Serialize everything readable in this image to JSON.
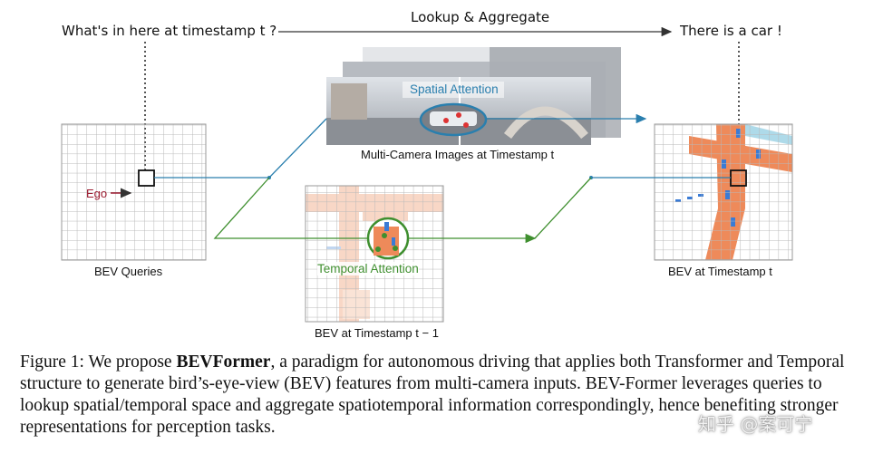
{
  "figure": {
    "question": "What's in here at timestamp t ?",
    "lookup_label": "Lookup & Aggregate",
    "answer": "There is a car !",
    "spatial_attention": "Spatial Attention",
    "camera_caption": "Multi-Camera Images at Timestamp t",
    "ego_label": "Ego",
    "bev_queries_label": "BEV Queries",
    "temporal_attention": "Temporal Attention",
    "bev_prev_label": "BEV at Timestamp t − 1",
    "bev_t_label": "BEV at Timestamp t",
    "colors": {
      "spatial": "#2a7fae",
      "temporal": "#3f8f2f",
      "road": "#ee8a5a",
      "ego": "#9b1b30",
      "car": "#3a7bd5"
    }
  },
  "caption": {
    "prefix": "Figure 1: We propose ",
    "name": "BEVFormer",
    "body": ", a paradigm for autonomous driving that applies both Transformer and Temporal structure to generate bird’s-eye-view (BEV) features from multi-camera inputs. BEV-Former leverages queries to lookup spatial/temporal space and aggregate spatiotemporal information correspondingly, hence benefiting stronger representations for perception tasks."
  },
  "watermark": "知乎 @案可宁"
}
